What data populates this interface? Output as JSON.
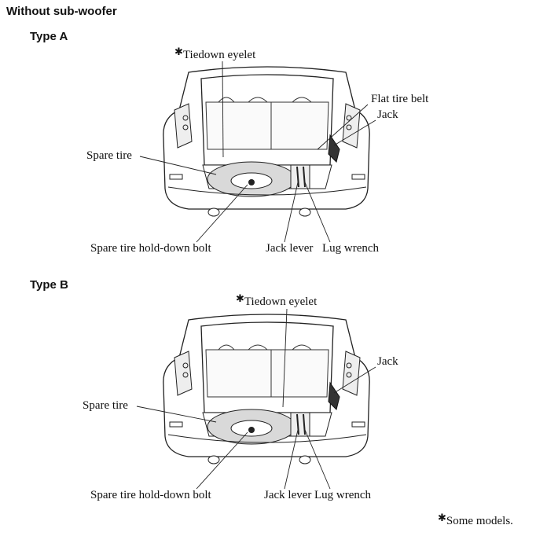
{
  "heading": "Without sub-woofer",
  "types": [
    {
      "title": "Type A",
      "labels": {
        "tiedown_eyelet": "Tiedown eyelet",
        "flat_tire_belt": "Flat tire belt",
        "jack": "Jack",
        "spare_tire": "Spare tire",
        "hold_down_bolt": "Spare tire hold-down bolt",
        "jack_lever": "Jack lever",
        "lug_wrench": "Lug wrench"
      }
    },
    {
      "title": "Type B",
      "labels": {
        "tiedown_eyelet": "Tiedown eyelet",
        "jack": "Jack",
        "spare_tire": "Spare tire",
        "hold_down_bolt": "Spare tire hold-down bolt",
        "jack_lever": "Jack lever",
        "lug_wrench": "Lug wrench"
      }
    }
  ],
  "asterisk": "✱",
  "footnote": "Some models."
}
